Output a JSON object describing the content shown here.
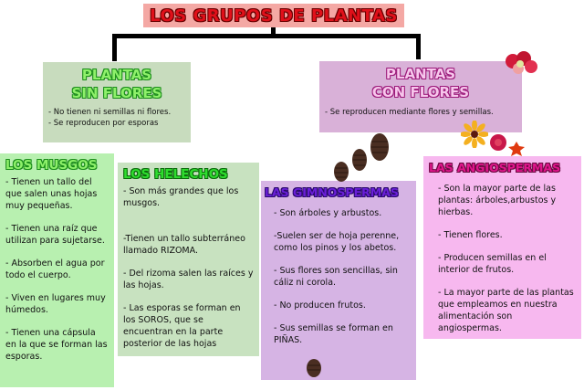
{
  "title": "LOS GRUPOS DE PLANTAS",
  "colors": {
    "title_bg": "#f4a8a4",
    "title_text": "#e0101a",
    "sin_flores_bg": "#c8dcbe",
    "con_flores_bg": "#d9b1d8",
    "musgos_bg": "#b8f0b0",
    "helechos_bg": "#c8e2c0",
    "gimnospermas_bg": "#d6b4e4",
    "angiospermas_bg": "#f7b8ef"
  },
  "sin_flores": {
    "heading_line1": "PLANTAS",
    "heading_line2": "SIN FLORES",
    "items": [
      "- No tienen ni semillas ni flores.",
      "- Se reproducen por esporas"
    ]
  },
  "con_flores": {
    "heading_line1": "PLANTAS",
    "heading_line2": "CON FLORES",
    "items": [
      "- Se reproducen mediante flores y semillas."
    ]
  },
  "musgos": {
    "heading": "LOS MUSGOS",
    "items": [
      "- Tienen un tallo del que salen unas hojas muy pequeñas.",
      "- Tienen una raíz que utilizan para sujetarse.",
      "- Absorben el agua por todo el cuerpo.",
      "- Viven en lugares muy húmedos.",
      "- Tienen una cápsula en la que se forman las esporas."
    ]
  },
  "helechos": {
    "heading": "LOS HELECHOS",
    "items": [
      "- Son más grandes que los musgos.",
      "-Tienen un tallo subterráneo llamado RIZOMA.",
      "- Del rizoma salen las raíces y las hojas.",
      "- Las esporas se forman en los SOROS, que se encuentran en la parte posterior de las hojas"
    ]
  },
  "gimnospermas": {
    "heading": "LAS GIMNOSPERMAS",
    "items": [
      "- Son árboles y arbustos.",
      "-Suelen ser de hoja perenne, como los pinos y los abetos.",
      "- Sus flores son sencillas, sin cáliz ni corola.",
      "- No producen frutos.",
      "- Sus semillas se forman en PIÑAS."
    ]
  },
  "angiospermas": {
    "heading": "LAS ANGIOSPERMAS",
    "items": [
      "- Son la mayor parte de las plantas: árboles,arbustos y hierbas.",
      "- Tienen flores.",
      "- Producen semillas en el interior de frutos.",
      "- La mayor parte de las plantas que empleamos en nuestra alimentación son angiospermas."
    ]
  },
  "decorations": [
    "pinecone-icon",
    "flower-icon"
  ]
}
